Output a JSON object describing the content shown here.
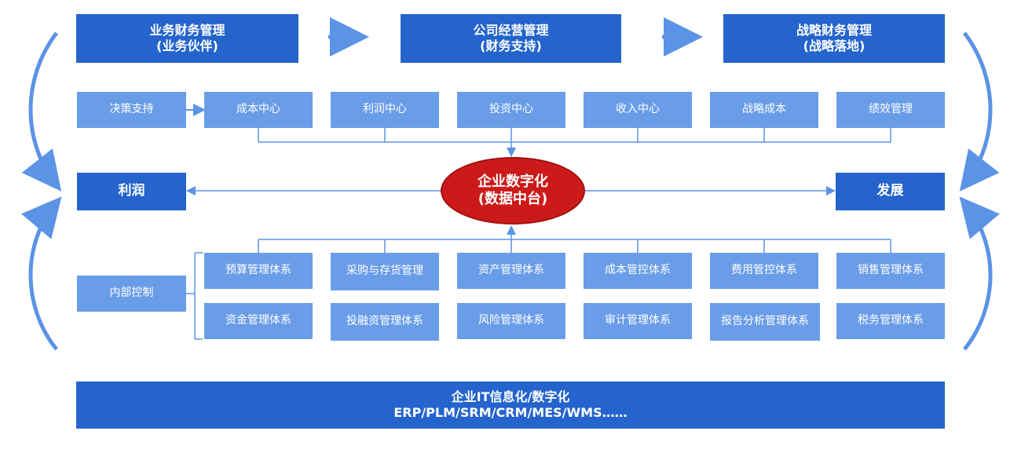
{
  "top": [
    {
      "title": "业务财务管理",
      "sub": "(业务伙伴)"
    },
    {
      "title": "公司经营管理",
      "sub": "(财务支持)"
    },
    {
      "title": "战略财务管理",
      "sub": "(战略落地)"
    }
  ],
  "decision": "决策支持",
  "centers": [
    "成本中心",
    "利润中心",
    "投资中心",
    "收入中心",
    "战略成本",
    "绩效管理"
  ],
  "core": {
    "line1": "企业数字化",
    "line2": "(数据中台)"
  },
  "left_goal": "利润",
  "right_goal": "发展",
  "internal_control": "内部控制",
  "systems_row1": [
    "预算管理体系",
    "采购与存货管理",
    "资产管理体系",
    "成本管控体系",
    "费用管控体系",
    "销售管理体系"
  ],
  "systems_row2": [
    "资金管理体系",
    "投融资管理体系",
    "风险管理体系",
    "审计管理体系",
    "报告分析管理体系",
    "税务管理体系"
  ],
  "it": {
    "line1": "企业IT信息化/数字化",
    "line2": "ERP/PLM/SRM/CRM/MES/WMS……"
  },
  "colors": {
    "dark_blue": "#2464cc",
    "light_blue": "#6a9de8",
    "core_red": "#cc1a1a",
    "connector": "#5b93e6"
  }
}
